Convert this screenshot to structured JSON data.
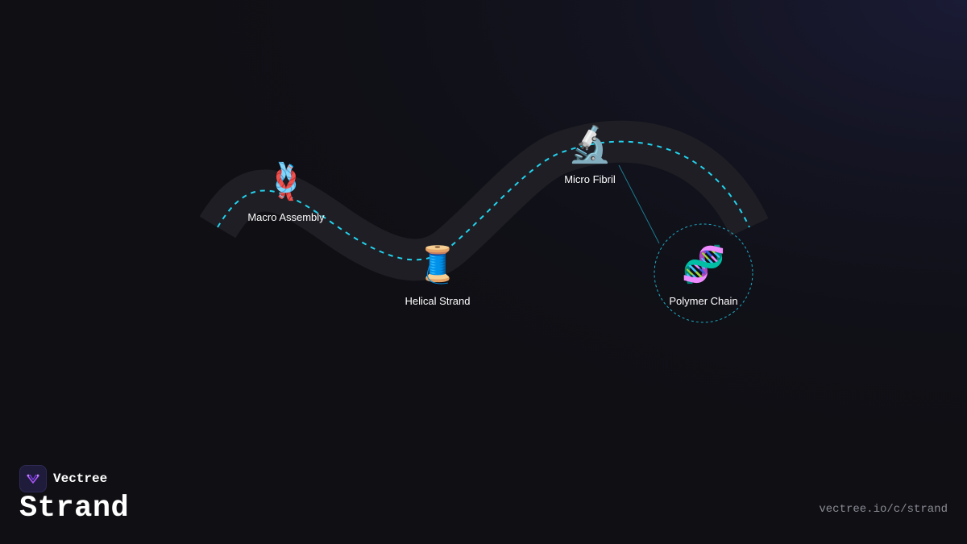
{
  "brand": {
    "name": "Vectree"
  },
  "page": {
    "title": "Strand",
    "url": "vectree.io/c/strand"
  },
  "colors": {
    "accent": "#22d3ee",
    "path": "#1e1e24",
    "background": "#0f0f14"
  },
  "nodes": [
    {
      "label": "Macro Assembly",
      "icon": "knot-icon",
      "glyph": "🪢"
    },
    {
      "label": "Helical Strand",
      "icon": "thread-spool-icon",
      "glyph": "🧵"
    },
    {
      "label": "Micro Fibril",
      "icon": "microscope-icon",
      "glyph": "🔬"
    },
    {
      "label": "Polymer Chain",
      "icon": "dna-icon",
      "glyph": "🧬",
      "highlighted": true
    }
  ]
}
